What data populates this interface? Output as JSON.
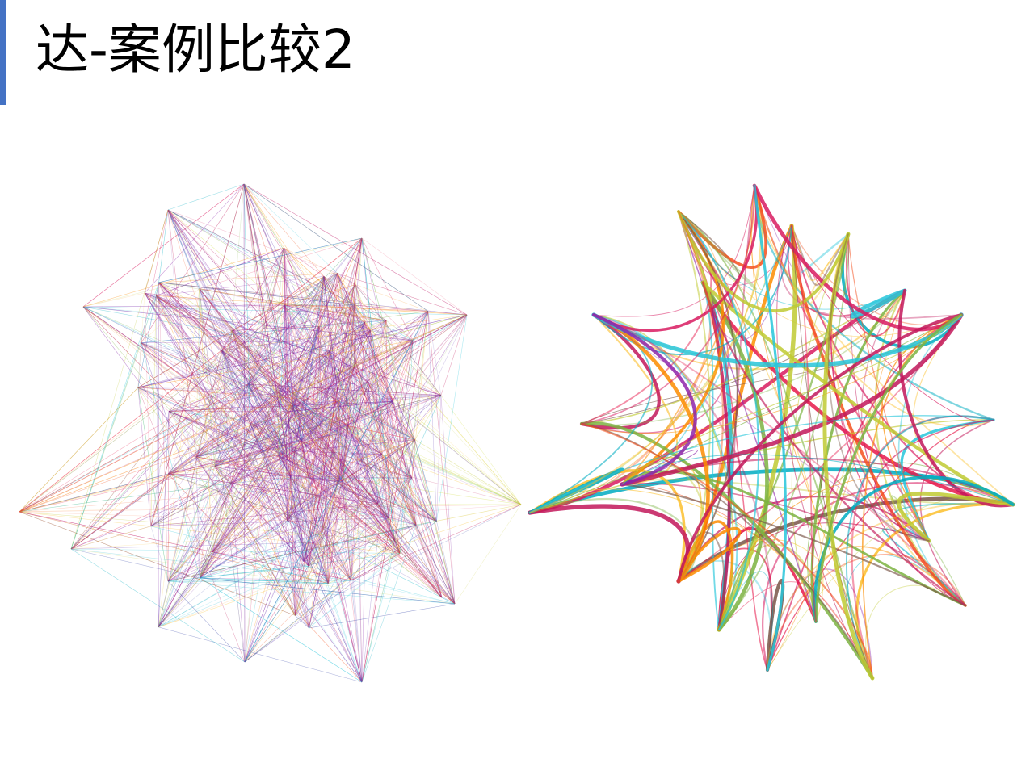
{
  "slide": {
    "title": "达-案例比较2",
    "accent_color": "#4472c4"
  },
  "figures": [
    {
      "name": "straight-line-network",
      "style": "dense straight-line graph layout"
    },
    {
      "name": "edge-bundled-network",
      "style": "curved bundled edge layout"
    }
  ],
  "palette": [
    "#e6194b",
    "#d81b60",
    "#c2185b",
    "#8e24aa",
    "#7b1fa2",
    "#5e35b1",
    "#3949ab",
    "#26c6da",
    "#00acc1",
    "#7cb342",
    "#c0ca33",
    "#fbc02d",
    "#fb8c00",
    "#f4511e",
    "#795548"
  ]
}
